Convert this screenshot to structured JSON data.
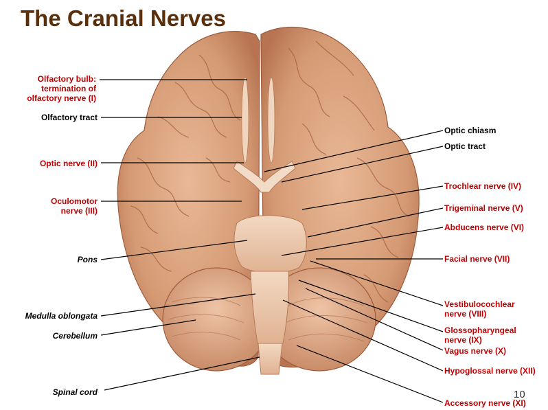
{
  "title": "The Cranial Nerves",
  "page_number": "10",
  "colors": {
    "title": "#5a300c",
    "nerve_label": "#c00000",
    "structure_label": "#000000",
    "tissue": "#d9a07f"
  },
  "labels": {
    "olfactory_bulb": "Olfactory bulb:\ntermination of\nolfactory nerve (I)",
    "olfactory_tract": "Olfactory tract",
    "optic_nerve": "Optic nerve (II)",
    "oculomotor_nerve": "Oculomotor\nnerve (III)",
    "pons": "Pons",
    "medulla_oblongata": "Medulla oblongata",
    "cerebellum": "Cerebellum",
    "spinal_cord": "Spinal cord",
    "optic_chiasm": "Optic chiasm",
    "optic_tract": "Optic tract",
    "trochlear_nerve": "Trochlear nerve (IV)",
    "trigeminal_nerve": "Trigeminal nerve (V)",
    "abducens_nerve": "Abducens nerve (VI)",
    "facial_nerve": "Facial nerve (VII)",
    "vestibulocochlear_nerve": "Vestibulocochlear\nnerve (VIII)",
    "glossopharyngeal_nerve": "Glossopharyngeal\nnerve (IX)",
    "vagus_nerve": "Vagus nerve (X)",
    "hypoglossal_nerve": "Hypoglossal nerve (XII)",
    "accessory_nerve": "Accessory nerve (XI)"
  }
}
